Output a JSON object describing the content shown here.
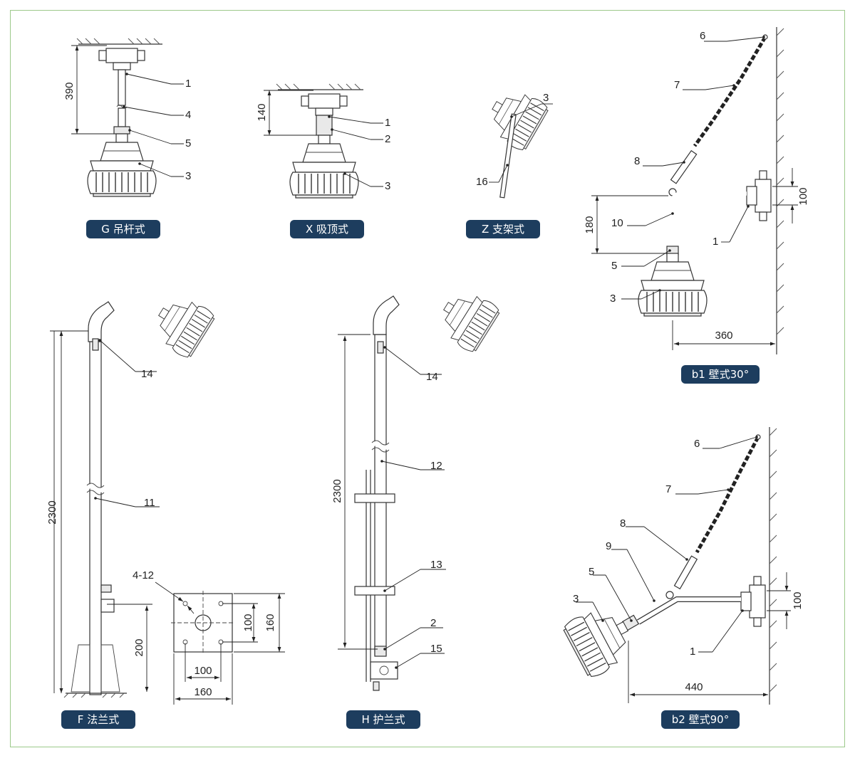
{
  "captions": {
    "g": "G 吊杆式",
    "x": "X 吸顶式",
    "z": "Z 支架式",
    "f": "F 法兰式",
    "h": "H 护兰式",
    "b1": "b1 壁式30°",
    "b2": "b2 壁式90°"
  },
  "callouts": {
    "g": [
      "1",
      "4",
      "5",
      "3"
    ],
    "x": [
      "1",
      "2",
      "3"
    ],
    "z": [
      "3",
      "16"
    ],
    "b1": [
      "6",
      "7",
      "8",
      "10",
      "1",
      "5",
      "3"
    ],
    "f": [
      "14",
      "11",
      "4-12"
    ],
    "h": [
      "14",
      "12",
      "13",
      "2",
      "15"
    ],
    "b2": [
      "6",
      "7",
      "8",
      "9",
      "5",
      "3",
      "1"
    ]
  },
  "dimensions": {
    "g_height": "390",
    "x_height": "140",
    "b1_drop": "180",
    "b1_bracket": "100",
    "b1_reach": "360",
    "f_height": "2300",
    "f_base_height": "200",
    "f_plate_inner_v": "100",
    "f_plate_outer_v": "160",
    "f_plate_inner_h": "100",
    "f_plate_outer_h": "160",
    "h_height": "2300",
    "b2_bracket": "100",
    "b2_reach": "440"
  },
  "colors": {
    "badge": "#1d3d5e",
    "frame": "#9cc98a"
  }
}
